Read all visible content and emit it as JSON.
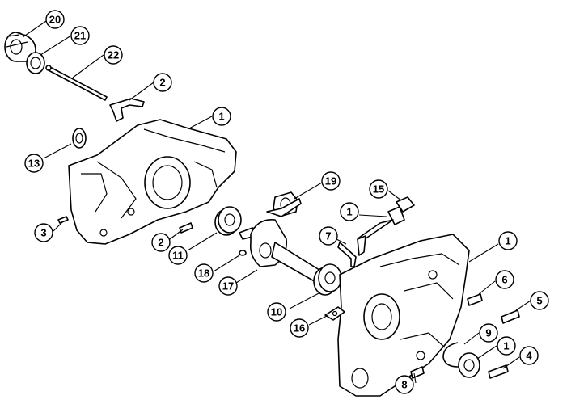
{
  "callouts": [
    {
      "id": "c20",
      "label": "20"
    },
    {
      "id": "c21",
      "label": "21"
    },
    {
      "id": "c22",
      "label": "22"
    },
    {
      "id": "c2a",
      "label": "2"
    },
    {
      "id": "c1a",
      "label": "1"
    },
    {
      "id": "c13",
      "label": "13"
    },
    {
      "id": "c19",
      "label": "19"
    },
    {
      "id": "c15",
      "label": "15"
    },
    {
      "id": "c1b",
      "label": "1"
    },
    {
      "id": "c3",
      "label": "3"
    },
    {
      "id": "c2b",
      "label": "2"
    },
    {
      "id": "c11",
      "label": "11"
    },
    {
      "id": "c7",
      "label": "7"
    },
    {
      "id": "c1c",
      "label": "1"
    },
    {
      "id": "c18",
      "label": "18"
    },
    {
      "id": "c17",
      "label": "17"
    },
    {
      "id": "c6",
      "label": "6"
    },
    {
      "id": "c5",
      "label": "5"
    },
    {
      "id": "c10",
      "label": "10"
    },
    {
      "id": "c16",
      "label": "16"
    },
    {
      "id": "c9",
      "label": "9"
    },
    {
      "id": "c1d",
      "label": "1"
    },
    {
      "id": "c4",
      "label": "4"
    },
    {
      "id": "c8",
      "label": "8"
    }
  ]
}
